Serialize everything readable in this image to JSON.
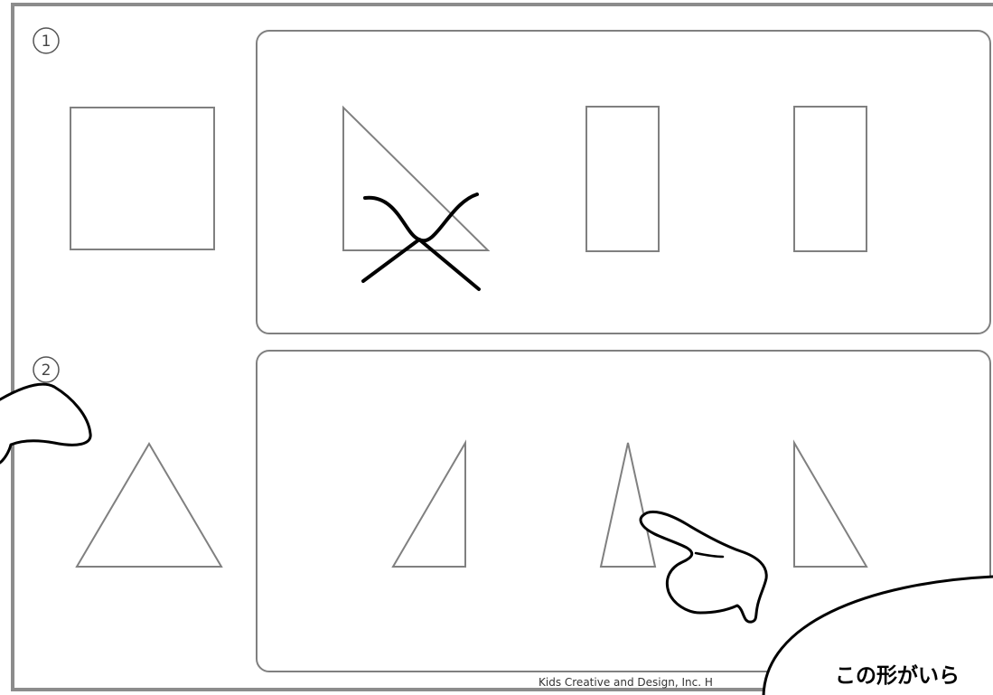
{
  "problems": [
    {
      "number": "1",
      "reference_shape": "square",
      "choices": [
        "right-triangle",
        "tall-rectangle",
        "tall-rectangle"
      ],
      "crossed_out_choice": 1
    },
    {
      "number": "2",
      "reference_shape": "equilateral-triangle",
      "choices": [
        "right-triangle-left",
        "narrow-isosceles-triangle",
        "right-triangle-right"
      ],
      "pointed_choice": 2
    }
  ],
  "footer": {
    "credit_text": "Kids Creative and Design, Inc. H"
  },
  "speech_bubble": {
    "text": "この形がいら"
  },
  "colors": {
    "outline": "#808080",
    "frame": "#8c8c8c",
    "ink": "#000000"
  }
}
